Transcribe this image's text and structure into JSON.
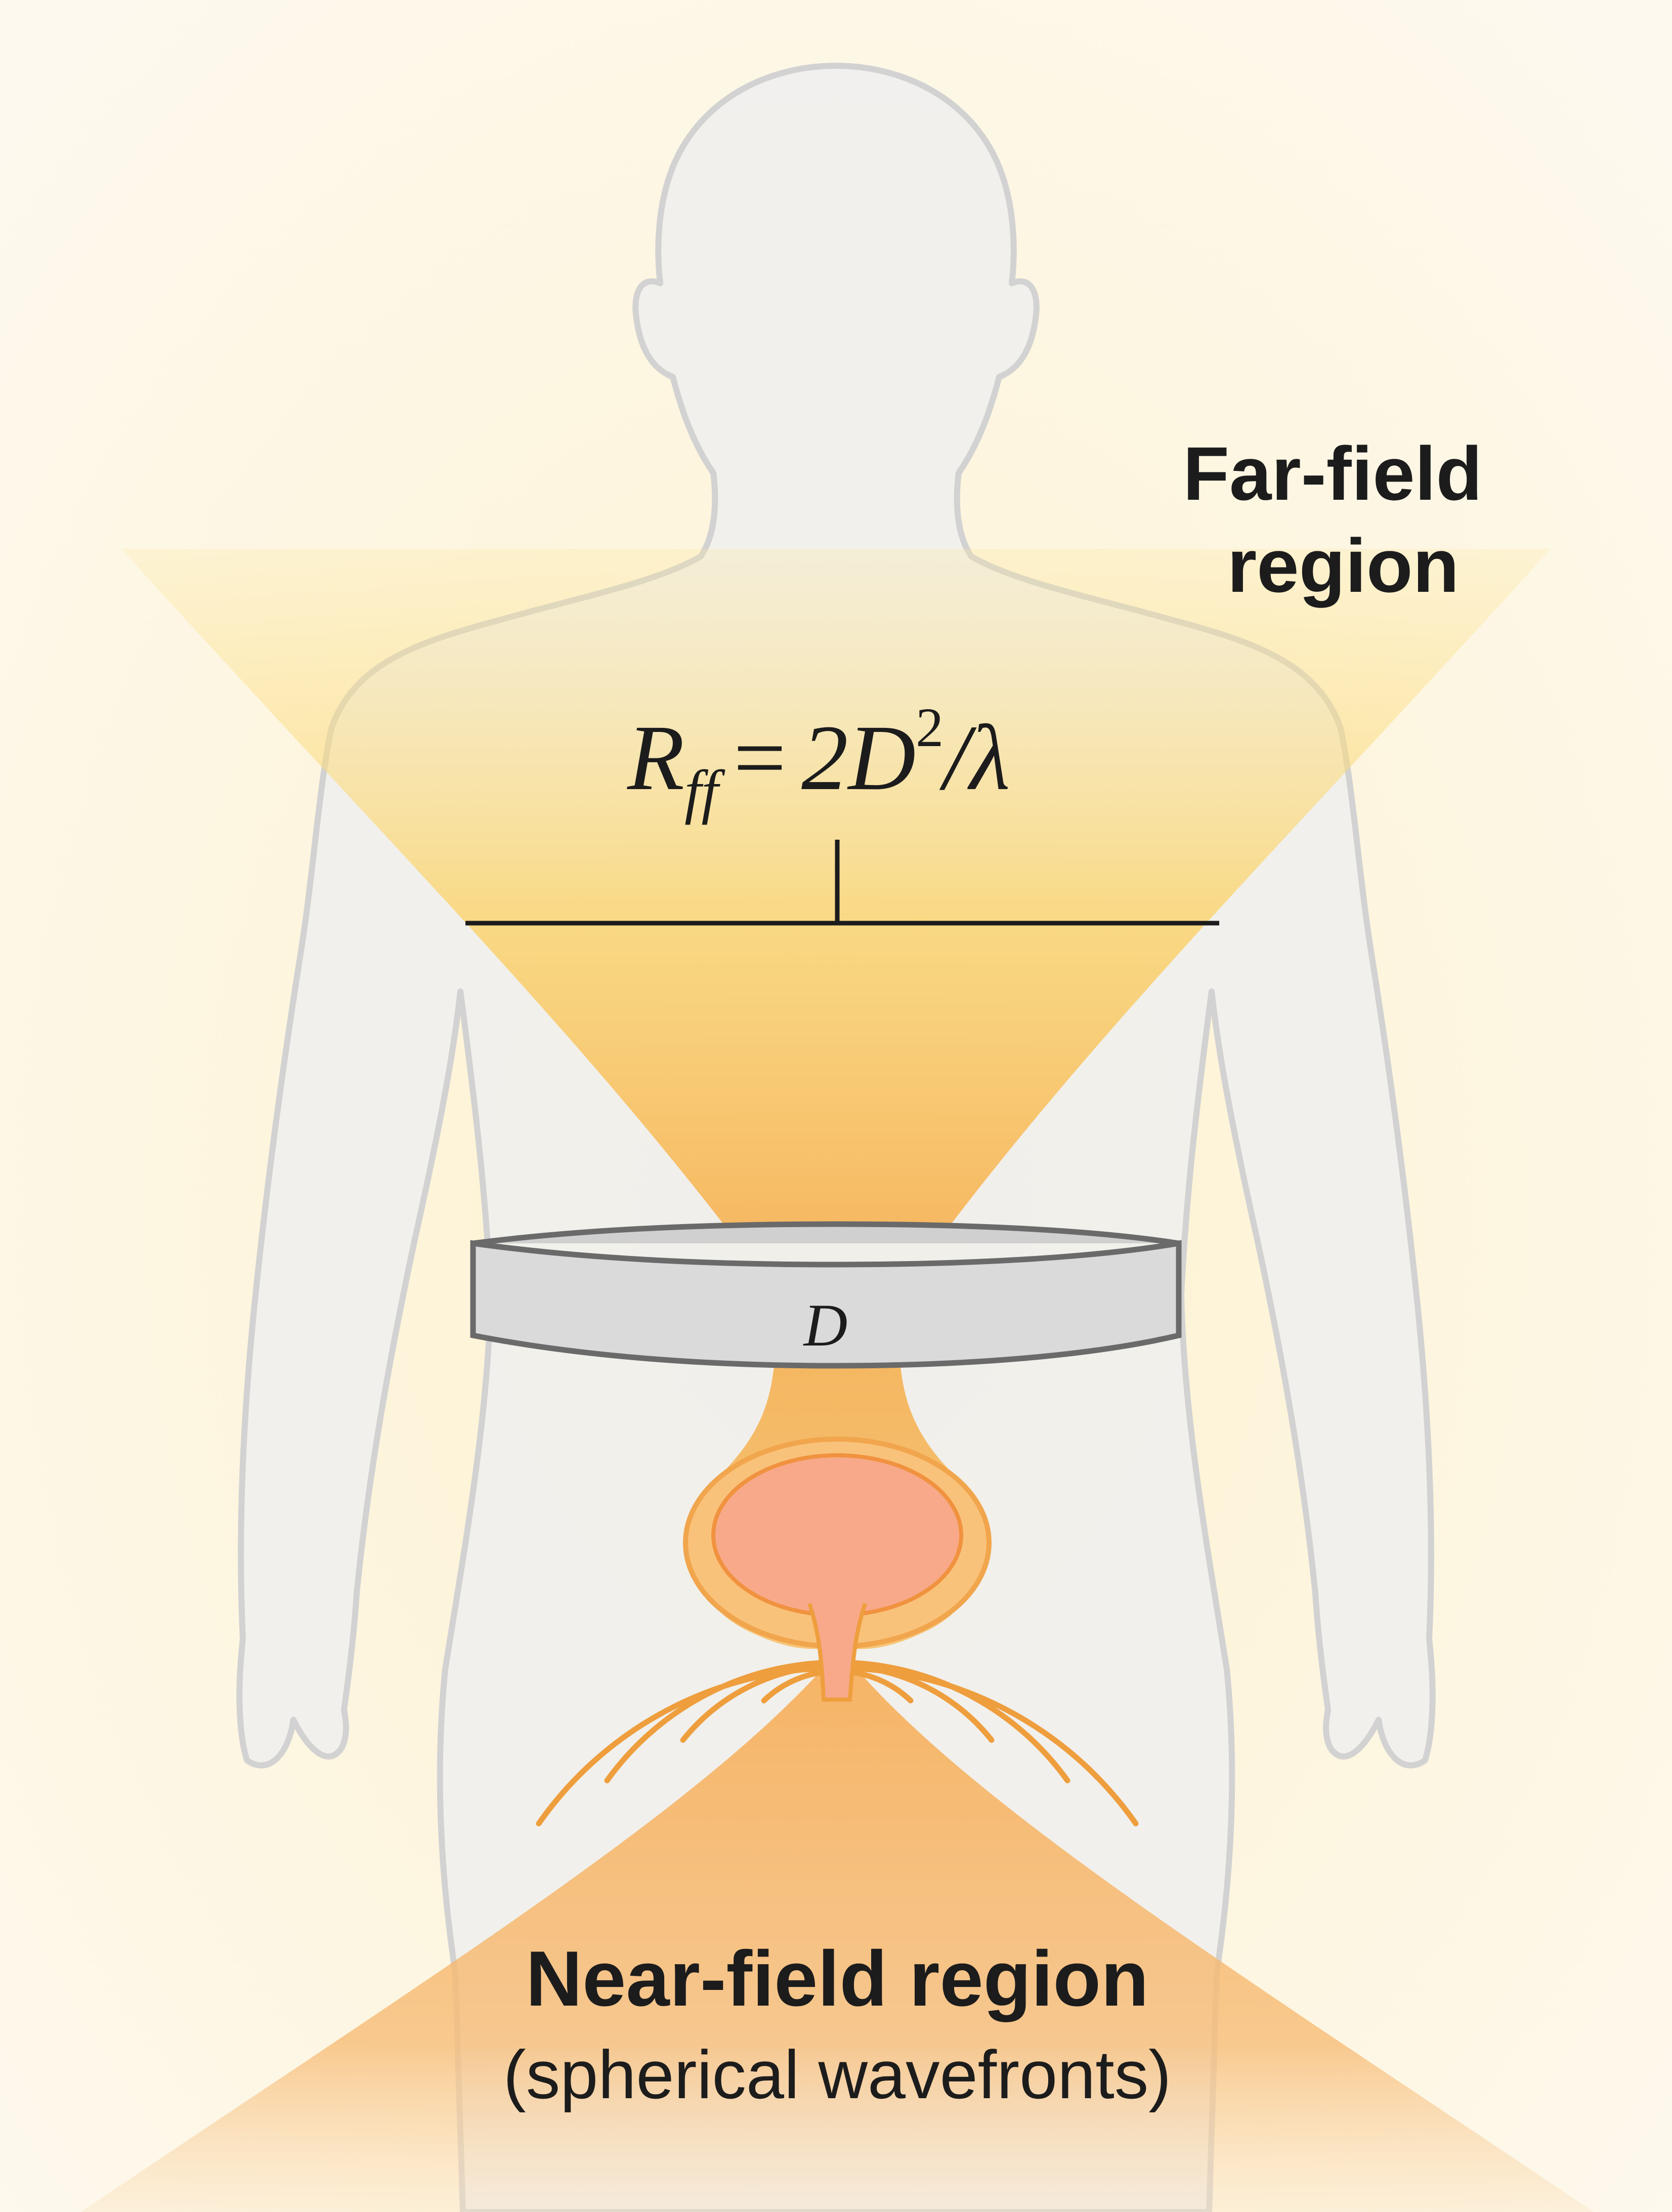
{
  "labels": {
    "far_field_line1": "Far-field",
    "far_field_line2": "region",
    "near_field_title": "Near-field region",
    "near_field_subtitle": "(spherical wavefronts)",
    "belt_label": "D"
  },
  "formula": {
    "lhs": "R",
    "lhs_subscript": "ff",
    "equals": "=",
    "rhs_prefix": "2D",
    "rhs_exponent": "2",
    "rhs_suffix": "/λ"
  },
  "colors": {
    "background": "#fdf8ea",
    "body_fill": "#efefef",
    "body_outline": "#d2d2d2",
    "far_field_beam": "#fbd66a",
    "near_field_beam": "#f6b563",
    "belt_fill": "#dadada",
    "belt_stroke": "#6a6a6a",
    "organ_fill": "#f8a98a",
    "organ_stroke": "#f1a54c",
    "text": "#1c1c1c"
  }
}
